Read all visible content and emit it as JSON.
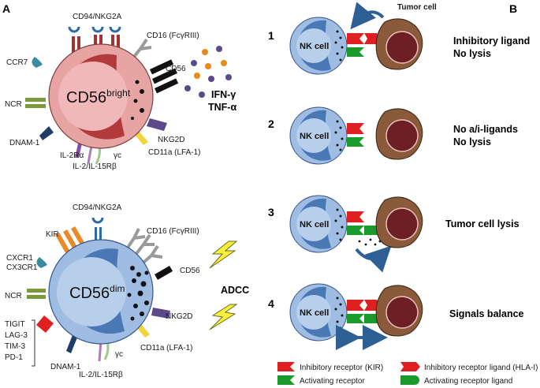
{
  "panels": {
    "a": "A",
    "b": "B"
  },
  "cell_bright": {
    "label_main": "CD56",
    "label_sup": "bright",
    "receptors": {
      "cd94": "CD94/NKG2A",
      "cd16": "CD16 (FcγRIII)",
      "ccr7": "CCR7",
      "cd56": "CD56",
      "ncr": "NCR",
      "nkg2d": "NKG2D",
      "dnam": "DNAM-1",
      "il2ra": "IL-2Rα",
      "gc": "γc",
      "il2r": "IL-2/IL-15Rβ",
      "cd11a": "CD11a (LFA-1)"
    },
    "cytokines": [
      "IFN-γ",
      "TNF-α"
    ]
  },
  "cell_dim": {
    "label_main": "CD56",
    "label_sup": "dim",
    "receptors": {
      "cd94": "CD94/NKG2A",
      "kir": "KIR",
      "cd16": "CD16 (FcγRIII)",
      "cxcr1": "CXCR1",
      "cx3cr1": "CX3CR1",
      "cd56": "CD56",
      "ncr": "NCR",
      "nkg2d": "NKG2D",
      "tigit": "TIGIT",
      "lag3": "LAG-3",
      "tim3": "TIM-3",
      "pd1": "PD-1",
      "dnam": "DNAM-1",
      "gc": "γc",
      "il2r": "IL-2/IL-15Rβ",
      "cd11a": "CD11a (LFA-1)"
    },
    "adcc": "ADCC"
  },
  "panel_b": {
    "tumor_title": "Tumor cell",
    "nk_label": "NK cell",
    "scenarios": [
      {
        "num": "1",
        "outcome_line1": "Inhibitory ligand",
        "outcome_line2": "No lysis"
      },
      {
        "num": "2",
        "outcome_line1": "No a/i-ligands",
        "outcome_line2": "No lysis"
      },
      {
        "num": "3",
        "outcome_line1": "Tumor cell lysis",
        "outcome_line2": ""
      },
      {
        "num": "4",
        "outcome_line1": "Signals balance",
        "outcome_line2": ""
      }
    ],
    "legend": [
      {
        "label": "Inhibitory receptor (KIR)",
        "color": "#e02020"
      },
      {
        "label": "Inhibitory receptor ligand (HLA-I)",
        "color": "#e02020"
      },
      {
        "label": "Activating receptor",
        "color": "#1a9a2a"
      },
      {
        "label": "Activating receptor ligand",
        "color": "#1a9a2a"
      }
    ]
  },
  "colors": {
    "bright_cell": "#e8a3a3",
    "bright_nucleus": "#b23a3a",
    "dim_cell": "#9fbde3",
    "dim_nucleus": "#4a78b5",
    "tumor": "#8a5a3a",
    "tumor_nucleus": "#6e1f24",
    "inhibitory": "#e02020",
    "activating": "#1a9a2a"
  }
}
